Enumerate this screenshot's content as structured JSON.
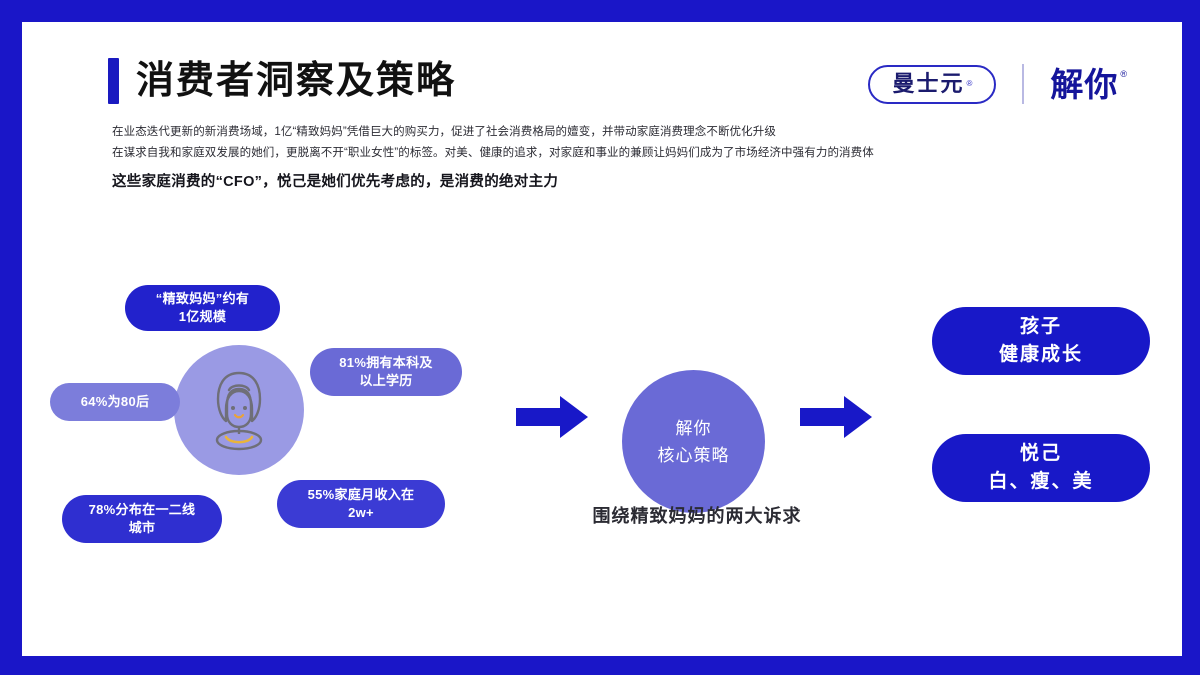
{
  "theme": {
    "background": "#1a16c8",
    "card": "#ffffff",
    "accent_blue": "#1a1ac0",
    "bubble_dark": "#2222cc",
    "bubble_light": "#7c7ddb",
    "bubble_mid": "#6a6ad6",
    "pill_blue": "#1818c8",
    "avatar_circle": "#9a9ae4"
  },
  "header": {
    "title": "消费者洞察及策略",
    "paragraphs": [
      "在业态迭代更新的新消费场域，1亿“精致妈妈”凭借巨大的购买力，促进了社会消费格局的嬗变，并带动家庭消费理念不断优化升级",
      "在谋求自我和家庭双发展的她们，更脱离不开“职业女性”的标签。对美、健康的追求，对家庭和事业的兼顾让妈妈们成为了市场经济中强有力的消费体"
    ],
    "highlight": "这些家庭消费的“CFO”，悦己是她们优先考虑的，是消费的绝对主力"
  },
  "logos": {
    "primary": "曼士元",
    "primary_mark": "®",
    "secondary": "解你",
    "secondary_mark": "®"
  },
  "persona": {
    "avatar_label": "精致妈妈头像",
    "bubbles": [
      {
        "id": "scale",
        "text": "“精致妈妈”约有\n1亿规模"
      },
      {
        "id": "age",
        "text": "64%为80后"
      },
      {
        "id": "education",
        "text": "81%拥有本科及\n以上学历"
      },
      {
        "id": "city",
        "text": "78%分布在一二线\n城市"
      },
      {
        "id": "income",
        "text": "55%家庭月收入在\n2w+"
      }
    ]
  },
  "flow": {
    "core_line1": "解你",
    "core_line2": "核心策略",
    "caption": "围绕精致妈妈的两大诉求",
    "outcomes": [
      {
        "id": "child",
        "line1": "孩子",
        "line2": "健康成长"
      },
      {
        "id": "self",
        "line1": "悦己",
        "line2": "白、瘦、美"
      }
    ]
  }
}
